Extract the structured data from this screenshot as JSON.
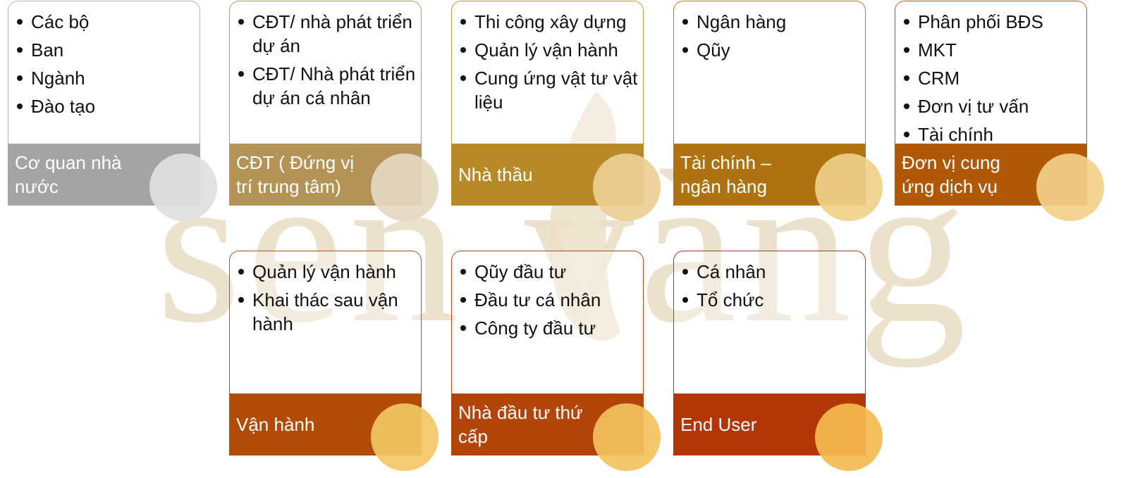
{
  "watermark": {
    "text": "sen vàng",
    "color": "#e9dcc4"
  },
  "cards": [
    {
      "id": "co-quan-nha-nuoc",
      "items": [
        "Các bộ",
        "Ban",
        "Ngành",
        "Đào tạo"
      ],
      "label": "Cơ quan nhà nước",
      "border_color": "#b5b5b5",
      "label_color": "#a4a4a4",
      "circle_color": "#e0e0e0"
    },
    {
      "id": "cdt",
      "items": [
        "CĐT/ nhà phát triển dự án",
        "CĐT/ Nhà phát triển dự án cá nhân"
      ],
      "label": "CĐT ( Đứng vị trí trung tâm)",
      "border_color": "#bb9a58",
      "label_color": "#b49456",
      "circle_color": "#e5d8c1"
    },
    {
      "id": "nha-thau",
      "items": [
        "Thi công xây dựng",
        "Quản lý vận hành",
        "Cung ứng vật tư vật liệu"
      ],
      "label": "Nhà thầu",
      "border_color": "#c19a3d",
      "label_color": "#b88a27",
      "circle_color": "#eccf93"
    },
    {
      "id": "tai-chinh-ngan-hang",
      "items": [
        "Ngân hàng",
        "Qũy"
      ],
      "label": "Tài chính – ngân hàng",
      "border_color": "#b87f20",
      "label_color": "#ae7310",
      "circle_color": "#f0cf89"
    },
    {
      "id": "don-vi-cung-ung",
      "items": [
        "Phân phối BĐS",
        "MKT",
        "CRM",
        "Đơn vị tư vấn",
        "Tài chính"
      ],
      "label": "Đơn vị cung ứng dịch vụ",
      "border_color": "#b6631a",
      "label_color": "#b05806",
      "circle_color": "#f2d088"
    },
    {
      "id": "van-hanh",
      "items": [
        "Quản lý vận hành",
        "Khai thác sau vận hành"
      ],
      "label": "Vận hành",
      "border_color": "#b55416",
      "label_color": "#b24b05",
      "circle_color": "#f2c764"
    },
    {
      "id": "nha-dau-tu-thu-cap",
      "items": [
        "Qũy đầu tư",
        "Đầu tư cá nhân",
        "Công ty đầu tư"
      ],
      "label": "Nhà đầu tư thứ cấp",
      "border_color": "#b4491a",
      "label_color": "#b3440a",
      "circle_color": "#f3c25d"
    },
    {
      "id": "end-user",
      "items": [
        "Cá nhân",
        "Tổ chức"
      ],
      "label": "End User",
      "border_color": "#b03a1a",
      "label_color": "#b23606",
      "circle_color": "#f5ba4f"
    }
  ]
}
